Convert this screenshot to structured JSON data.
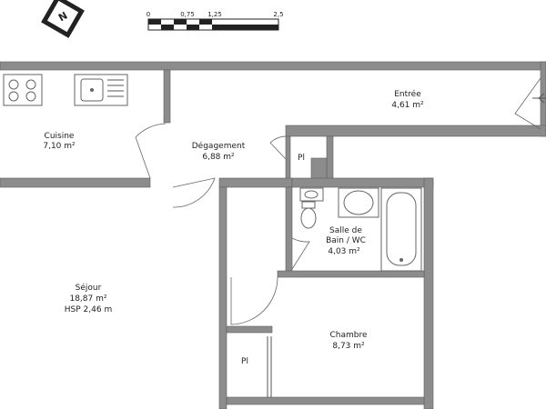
{
  "compass": {
    "label": "N"
  },
  "scale": {
    "ticks": [
      "0",
      "0,75",
      "1,25",
      "2,5"
    ]
  },
  "rooms": {
    "cuisine": {
      "name": "Cuisine",
      "area": "7,10 m²"
    },
    "entree": {
      "name": "Entrée",
      "area": "4,61 m²"
    },
    "degagement": {
      "name": "Dégagement",
      "area": "6,88 m²"
    },
    "placard1": {
      "name": "Pl"
    },
    "sdb": {
      "name": "Salle de",
      "name2": "Bain / WC",
      "area": "4,03 m²"
    },
    "sejour": {
      "name": "Séjour",
      "area": "18,87 m²",
      "height": "HSP 2,46 m"
    },
    "chambre": {
      "name": "Chambre",
      "area": "8,73 m²"
    },
    "placard2": {
      "name": "Pl"
    }
  }
}
